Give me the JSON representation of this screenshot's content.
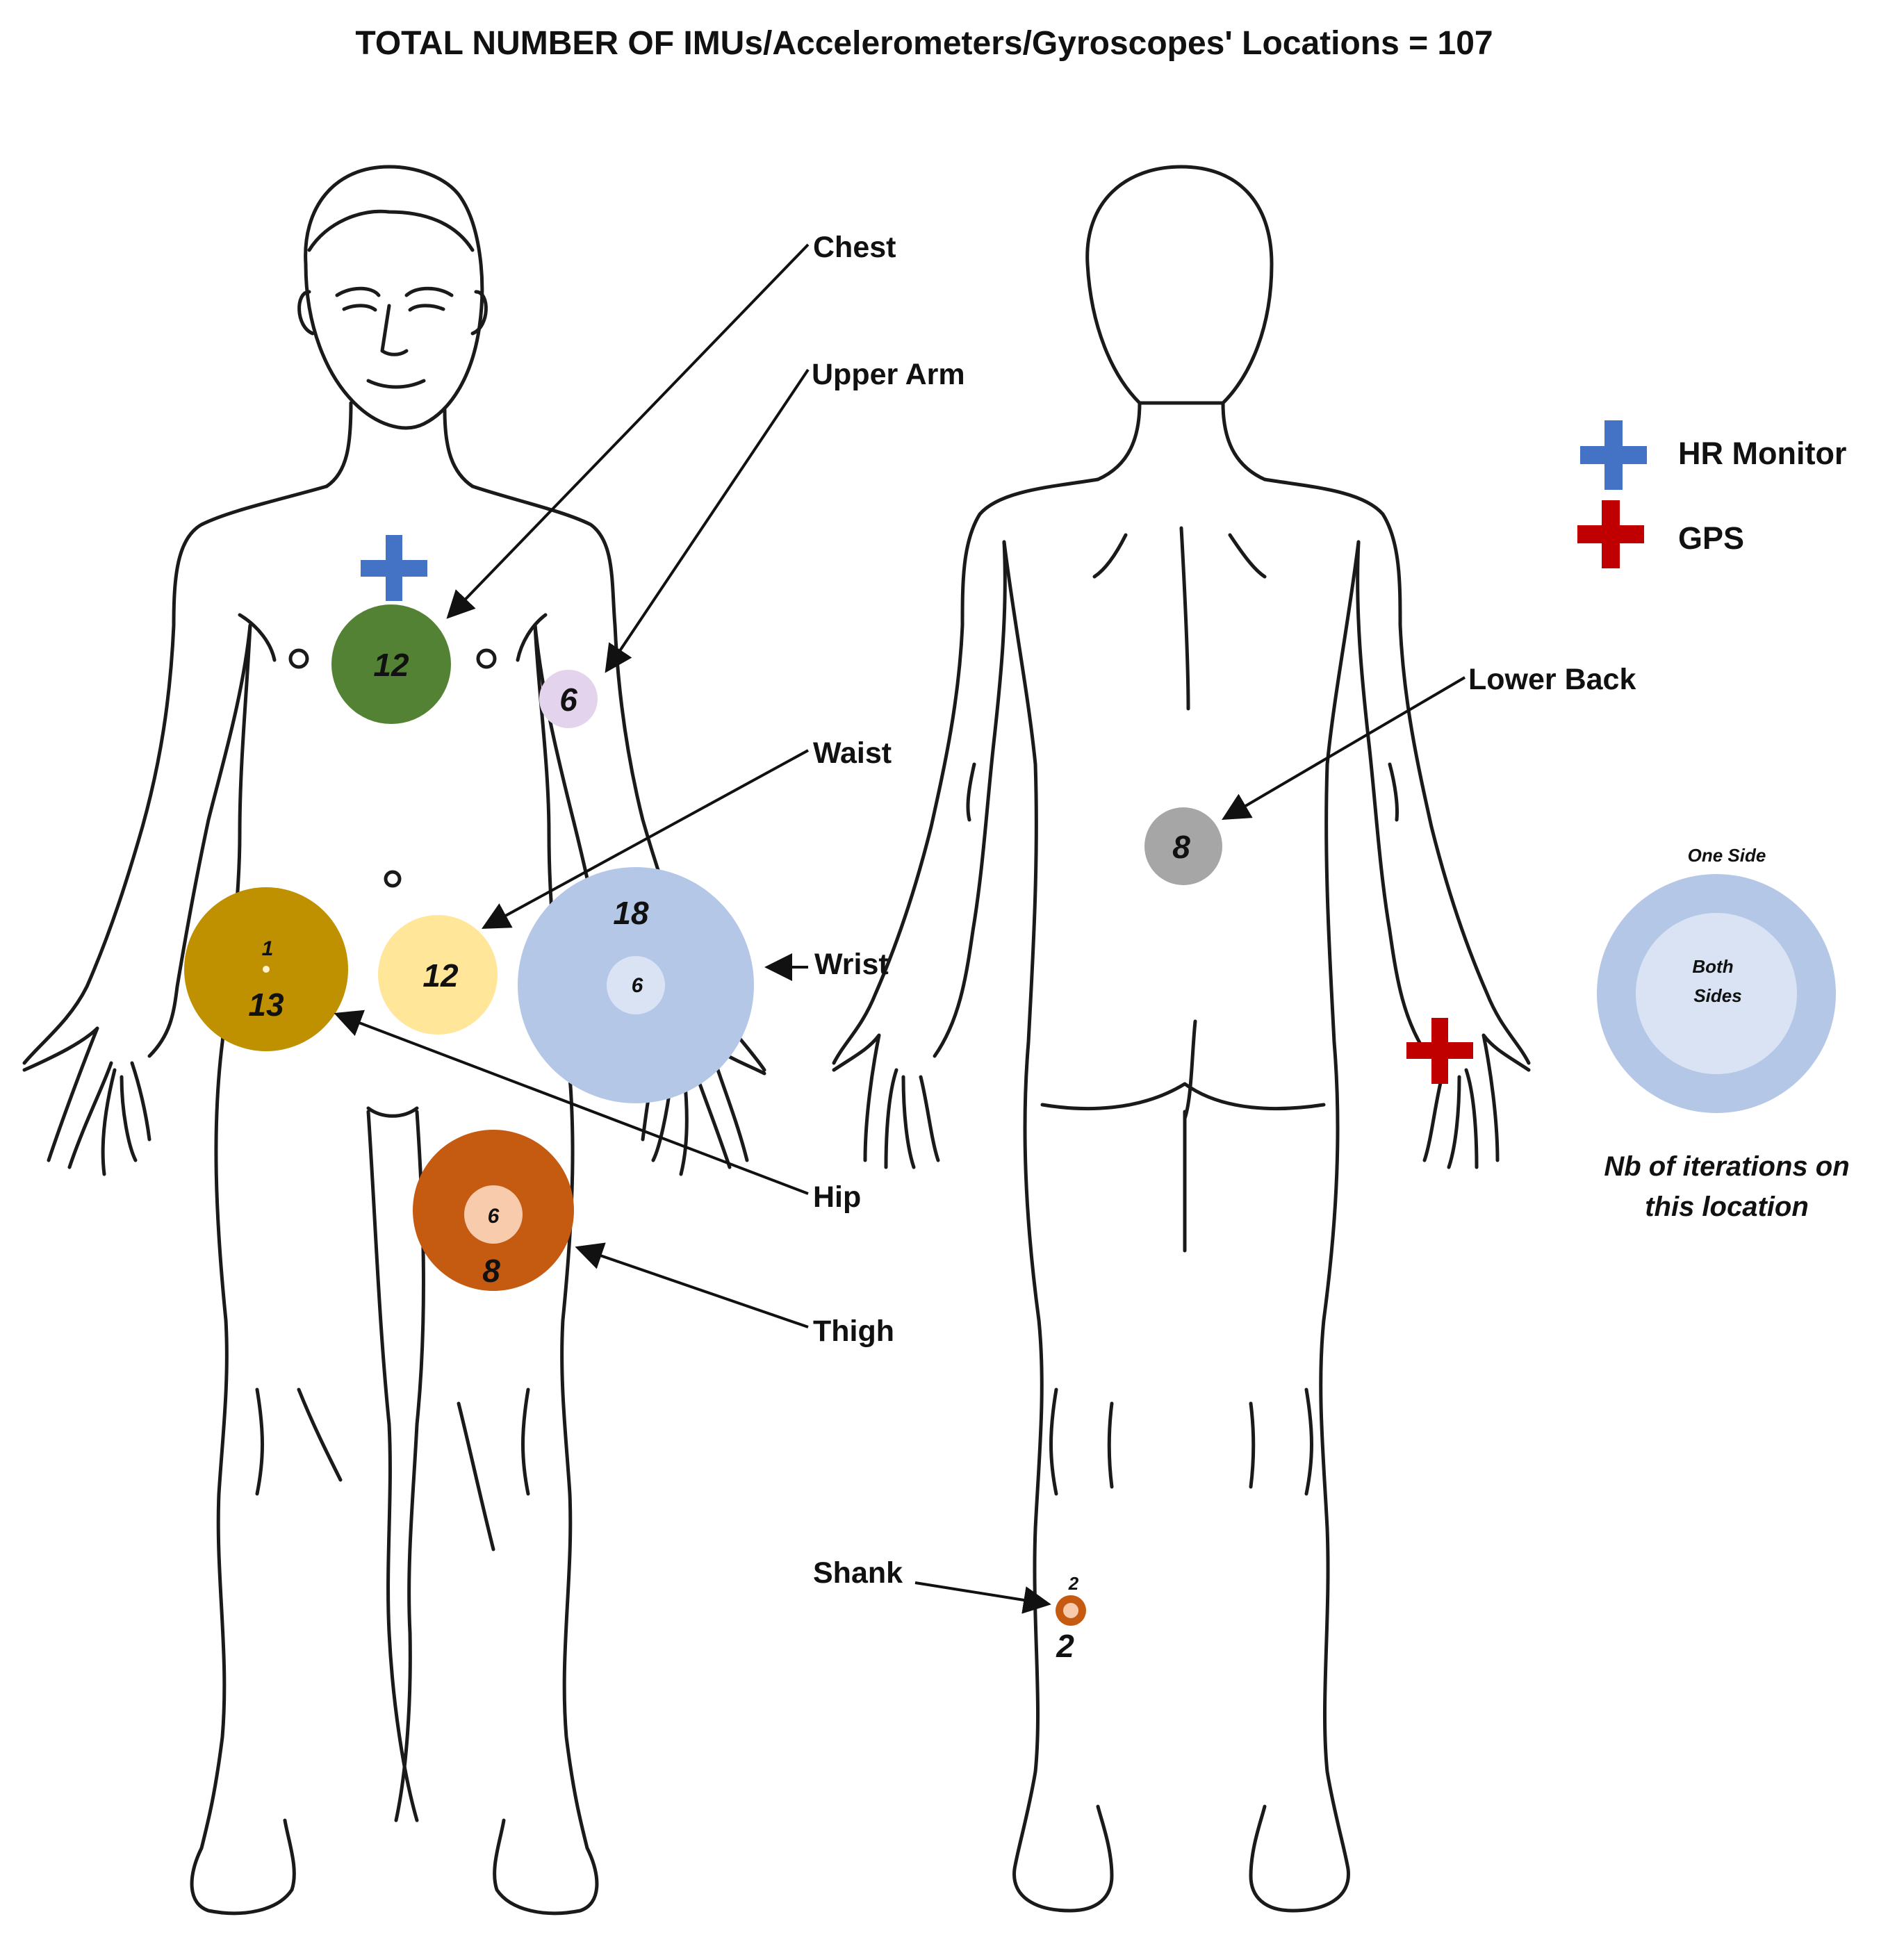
{
  "title": "TOTAL NUMBER OF IMUs/Accelerometers/Gyroscopes' Locations  = 107",
  "colors": {
    "chest": "#548235",
    "upper_arm": "#e3d3ec",
    "hip": "#bf9000",
    "waist": "#ffe699",
    "wrist_outer": "#b4c7e7",
    "wrist_inner": "#dae3f3",
    "thigh_outer": "#c55a11",
    "thigh_inner": "#f8cbad",
    "lower_back": "#a6a6a6",
    "shank": "#c55a11",
    "hr_monitor": "#4472c4",
    "gps": "#c00000"
  },
  "locations": {
    "chest": {
      "label": "Chest",
      "one_side": "12"
    },
    "upper_arm": {
      "label": "Upper Arm",
      "one_side": "6"
    },
    "waist": {
      "label": "Waist",
      "one_side": "12"
    },
    "wrist": {
      "label": "Wrist",
      "one_side": "18",
      "both_sides": "6"
    },
    "hip": {
      "label": "Hip",
      "one_side": "13",
      "both_sides": "1"
    },
    "thigh": {
      "label": "Thigh",
      "one_side": "8",
      "both_sides": "6"
    },
    "lower_back": {
      "label": "Lower Back",
      "one_side": "8"
    },
    "shank": {
      "label": "Shank",
      "one_side": "2",
      "both_sides": "2"
    }
  },
  "legend": {
    "hr_monitor": "HR Monitor",
    "gps": "GPS",
    "key": {
      "one_side": "One Side",
      "both_line1": "Both",
      "both_line2": "Sides",
      "caption_line1": "Nb of iterations on",
      "caption_line2": "this location"
    }
  }
}
